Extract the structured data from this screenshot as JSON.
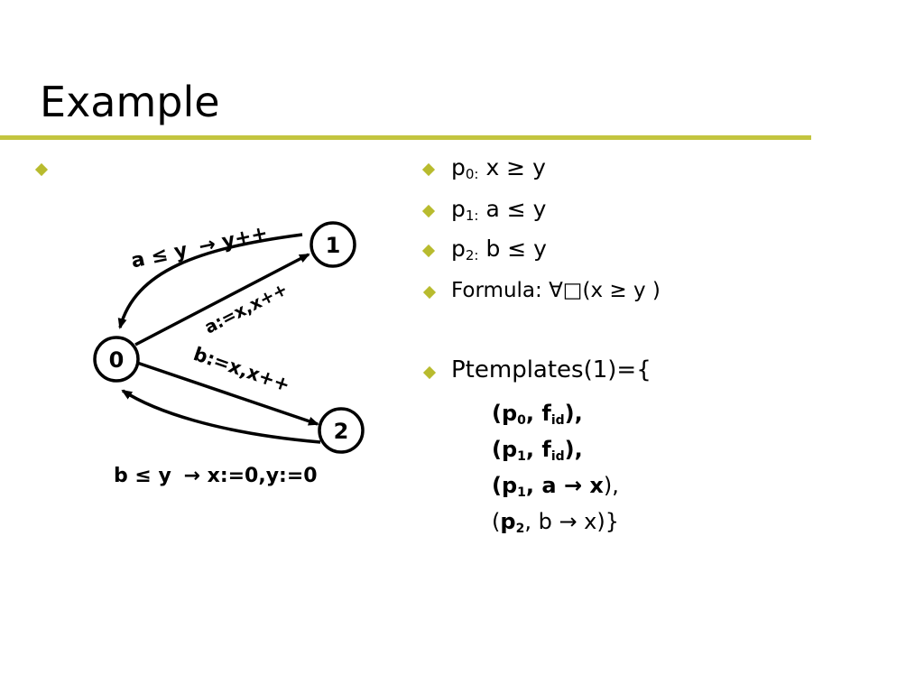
{
  "slide": {
    "title": "Example"
  },
  "diagram": {
    "nodes": {
      "n0": "0",
      "n1": "1",
      "n2": "2"
    },
    "edges": {
      "e10_guard": "a ≤ y",
      "e10_arrow": "→",
      "e10_action": "y++",
      "e01": "a:=x,x++",
      "e02": "b:=x,x++",
      "e20_guard": "b ≤ y",
      "e20_arrow": "→",
      "e20_action": "x:=0,y:=0"
    }
  },
  "props": {
    "p0": {
      "name": "p",
      "sub": "0:",
      "expr": "x ≥ y"
    },
    "p1": {
      "name": "p",
      "sub": "1:",
      "expr": "a ≤ y"
    },
    "p2": {
      "name": "p",
      "sub": "2:",
      "expr": "b ≤ y"
    },
    "formula": {
      "label": "Formula:",
      "expr": "∀□(x ≥ y )"
    },
    "ptemplates": {
      "label": "Ptemplates(1)={"
    }
  },
  "templates": [
    {
      "open": "(",
      "p": "p",
      "psub": "0",
      "sep": ", ",
      "f": "f",
      "fsub": "id",
      "close": "),"
    },
    {
      "open": "(",
      "p": "p",
      "psub": "1",
      "sep": ", ",
      "f": "f",
      "fsub": "id",
      "close": "),"
    },
    {
      "open": "(",
      "p": "p",
      "psub": "1",
      "sep": ", ",
      "f": "a → x",
      "close": "),"
    },
    {
      "open": "(",
      "p": "p",
      "psub": "2",
      "sep": ",  ",
      "f": "b → x",
      "close": ")}"
    }
  ]
}
